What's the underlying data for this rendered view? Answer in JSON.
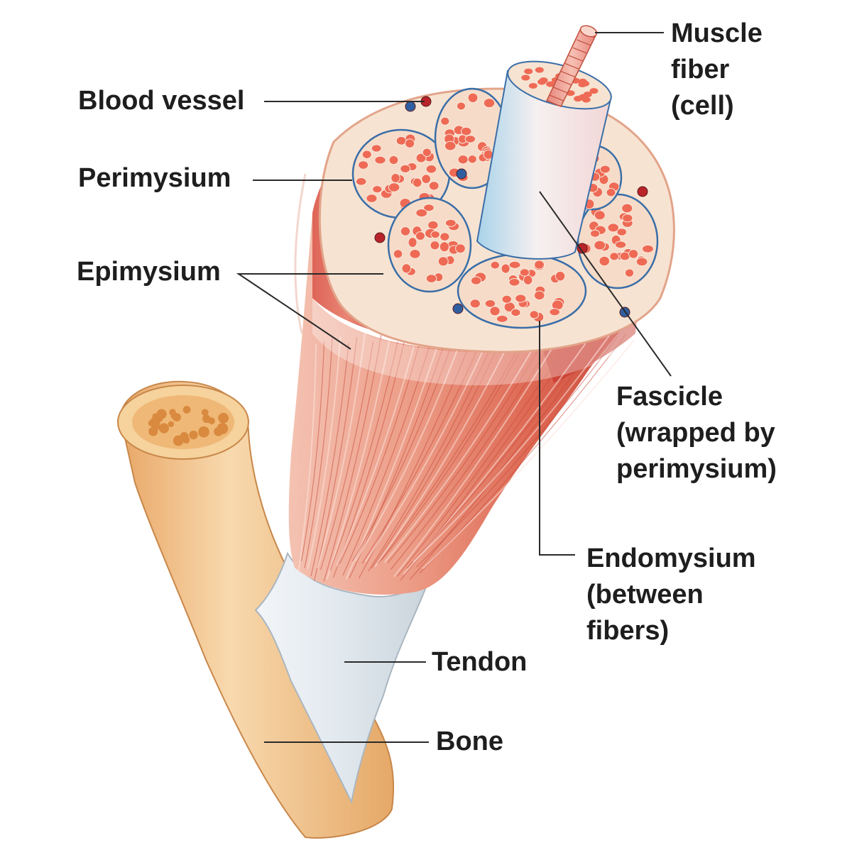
{
  "labels": {
    "muscle_fiber": [
      "Muscle",
      "fiber",
      "(cell)"
    ],
    "blood_vessel": "Blood vessel",
    "perimysium": "Perimysium",
    "epimysium": "Epimysium",
    "fascicle": [
      "Fascicle",
      "(wrapped by",
      "perimysium)"
    ],
    "endomysium": [
      "Endomysium",
      "(between",
      "fibers)"
    ],
    "tendon": "Tendon",
    "bone": "Bone"
  },
  "colors": {
    "muscle": "#d9594a",
    "muscle_light": "#f2b4a4",
    "fascicle_fill": "#f6dcc8",
    "fiber_dot": "#ee6a55",
    "bone": "#eec08c",
    "tendon": "#e6ecf2",
    "vessel_red": "#b8242a",
    "vessel_blue": "#2f5fa0",
    "leader": "#2a2a2a"
  }
}
